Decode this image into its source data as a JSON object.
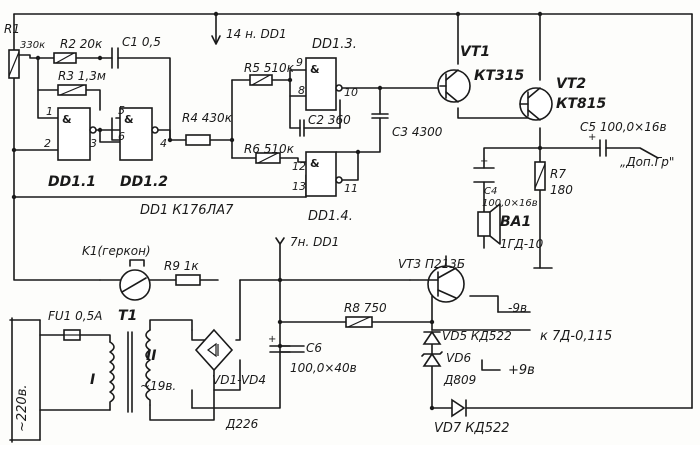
{
  "labels": {
    "r1": "R1",
    "r1_val": "330к",
    "r2": "R2 20к",
    "c1": "C1 0,5",
    "r3": "R3 1,3м",
    "power_top": "14 н. DD1",
    "dd13": "DD1.3.",
    "r5": "R5 510к",
    "pin9": "9",
    "pin8": "8",
    "pin10": "10",
    "vt1": "VT1",
    "vt1_type": "КТ315",
    "vt2": "VT2",
    "vt2_type": "КТ815",
    "pin1": "1",
    "pin2": "2",
    "pin3": "3",
    "pin5": "5",
    "pin6": "6",
    "pin4": "4",
    "r4": "R4 430к",
    "c2": "C2 360",
    "c3": "C3 4300",
    "c5": "C5 100,0×16в",
    "r6": "R6 510к",
    "pin12": "12",
    "pin13": "13",
    "pin11": "11",
    "dd11": "DD1.1",
    "dd12": "DD1.2",
    "dop_gr": "„Доп.Гр\"",
    "r7": "R7",
    "r7_val": "180",
    "c4": "C4",
    "c4_val": "100,0×16в",
    "ba1": "BA1",
    "ba1_type": "1ГД-10",
    "dd1_type": "DD1  К176ЛА7",
    "dd14": "DD1.4.",
    "k1": "K1(геркон)",
    "r9": "R9 1к",
    "gnd_dd1": "7н. DD1",
    "vt3": "VT3  П213Б",
    "fu1": "FU1 0,5А",
    "t1": "T1",
    "r8": "R8 750",
    "minus9": "-9в",
    "vd5": "VD5  КД522",
    "k7d": "к 7Д-0,115",
    "mains": "~220в.",
    "winding1": "I",
    "winding2": "II",
    "winding2_v": "~19в.",
    "c6": "C6",
    "c6_val": "100,0×40в",
    "vd6": "VD6",
    "vd6_type": "Д809",
    "plus9": "+9в",
    "vd_bridge": "VD1-VD4",
    "d226": "Д226",
    "vd7": "VD7  КД522",
    "g8": "&"
  }
}
